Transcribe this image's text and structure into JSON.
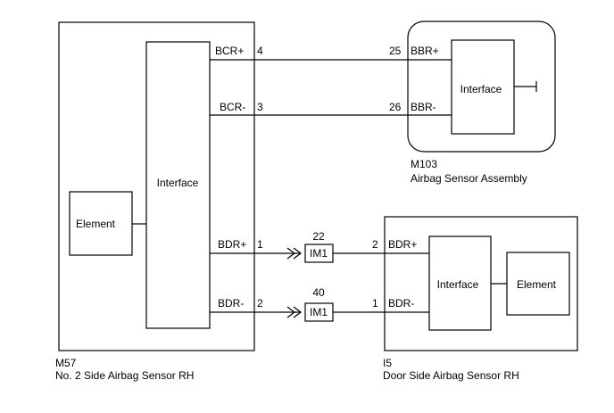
{
  "m57": {
    "code": "M57",
    "name": "No. 2 Side Airbag Sensor RH",
    "interface": "Interface",
    "element": "Element",
    "pins": [
      {
        "signal": "BCR+",
        "pin": "4"
      },
      {
        "signal": "BCR-",
        "pin": "3"
      },
      {
        "signal": "BDR+",
        "pin": "1"
      },
      {
        "signal": "BDR-",
        "pin": "2"
      }
    ]
  },
  "m103": {
    "code": "M103",
    "name": "Airbag Sensor Assembly",
    "interface": "Interface",
    "pins": [
      {
        "signal": "BBR+",
        "pin": "25"
      },
      {
        "signal": "BBR-",
        "pin": "26"
      }
    ]
  },
  "i5": {
    "code": "I5",
    "name": "Door Side Airbag Sensor RH",
    "interface": "Interface",
    "element": "Element",
    "pins": [
      {
        "signal": "BDR+",
        "pin": "2"
      },
      {
        "signal": "BDR-",
        "pin": "1"
      }
    ]
  },
  "junction": {
    "connector": "IM1",
    "pins": [
      "22",
      "40"
    ]
  }
}
